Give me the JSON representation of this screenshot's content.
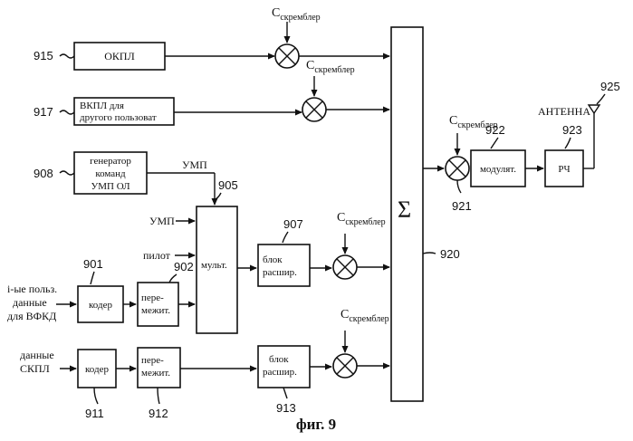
{
  "figure": {
    "caption": "фиг. 9"
  },
  "blocks": {
    "okpl": {
      "label": "ОКПЛ",
      "ref": "915"
    },
    "vkpl": {
      "line1": "ВКПЛ для",
      "line2": "другого пользоват",
      "ref": "917"
    },
    "generator": {
      "line1": "генератор",
      "line2": "команд",
      "line3": "УМП ОЛ",
      "ref": "908"
    },
    "coder1": {
      "label": "кодер",
      "ref": "901"
    },
    "interleaver1": {
      "line1": "пере-",
      "line2": "межит.",
      "ref": "902"
    },
    "mux": {
      "label": "мульт.",
      "ref": "905"
    },
    "spreader1": {
      "line1": "блок",
      "line2": "расшир.",
      "ref": "907"
    },
    "coder2": {
      "label": "кодер",
      "ref": "911"
    },
    "interleaver2": {
      "line1": "пере-",
      "line2": "межит.",
      "ref": "912"
    },
    "spreader2": {
      "line1": "блок",
      "line2": "расшир.",
      "ref": "913"
    },
    "summer": {
      "symbol": "Σ",
      "ref": "920"
    },
    "mixer_out": {
      "ref": "921"
    },
    "modulator": {
      "label": "модулят.",
      "ref": "922"
    },
    "rf": {
      "label": "РЧ",
      "ref": "923"
    },
    "antenna": {
      "label": "АНТЕННА",
      "ref": "925"
    }
  },
  "signals": {
    "scrambler_main": "C",
    "scrambler_sub": "скремблер",
    "ump_out": "УМП",
    "ump_in": "УМП",
    "pilot": "пилот",
    "input1_line1": "i-ые польз.",
    "input1_line2": "данные",
    "input1_line3": "для ВФКД",
    "input2_line1": "данные",
    "input2_line2": "СКПЛ"
  }
}
